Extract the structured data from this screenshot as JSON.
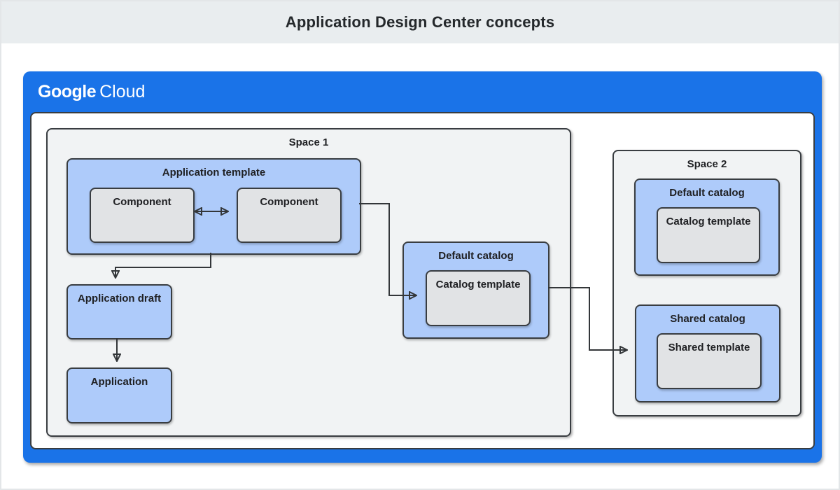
{
  "title": "Application Design Center concepts",
  "brand": {
    "google": "Google",
    "cloud": "Cloud"
  },
  "colors": {
    "google_blue": "#1a73e8",
    "box_blue": "#aecbfa",
    "box_gray": "#e1e3e5",
    "space_gray": "#f1f3f4",
    "banner_gray": "#e9edef",
    "border_dark": "#393d41"
  },
  "diagram": {
    "space1": {
      "label": "Space 1",
      "application_template": {
        "label": "Application template",
        "components": [
          "Component",
          "Component"
        ]
      },
      "application_draft": {
        "label": "Application draft"
      },
      "application": {
        "label": "Application"
      },
      "default_catalog": {
        "label": "Default catalog",
        "template_label": "Catalog template"
      }
    },
    "space2": {
      "label": "Space 2",
      "default_catalog": {
        "label": "Default catalog",
        "template_label": "Catalog template"
      },
      "shared_catalog": {
        "label": "Shared catalog",
        "template_label": "Shared template"
      }
    }
  }
}
